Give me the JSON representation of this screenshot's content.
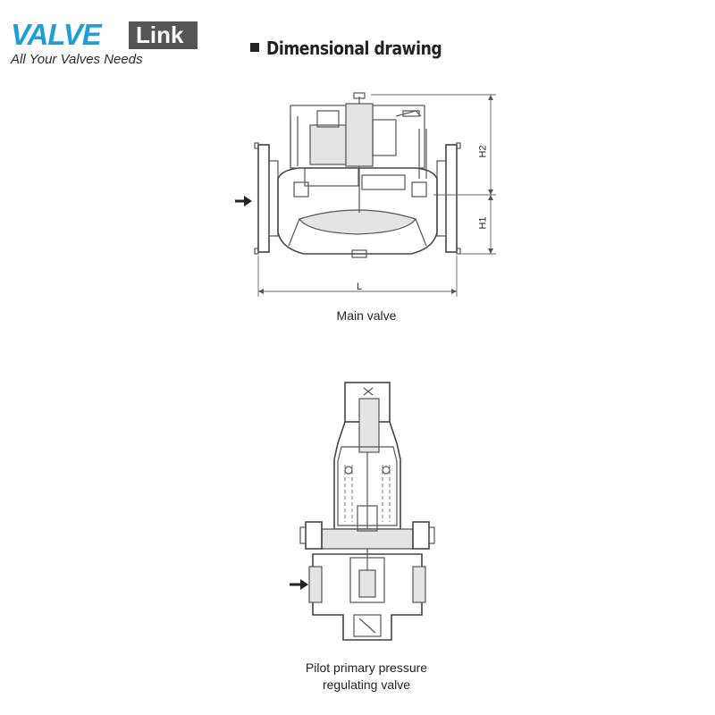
{
  "header": {
    "brand_primary": "VALVE",
    "brand_secondary": "Link",
    "tagline": "All Your Valves Needs",
    "brand_color": "#1e9fd6",
    "brand_box_color": "#555555"
  },
  "section": {
    "title": "Dimensional drawing"
  },
  "main_valve": {
    "caption": "Main valve",
    "dimension_length": "L",
    "dimension_h1": "H1",
    "dimension_h2": "H2",
    "flow_icon": "arrow-right-icon"
  },
  "pilot_valve": {
    "caption_line1": "Pilot primary pressure",
    "caption_line2": "regulating valve",
    "flow_icon": "arrow-right-icon"
  }
}
